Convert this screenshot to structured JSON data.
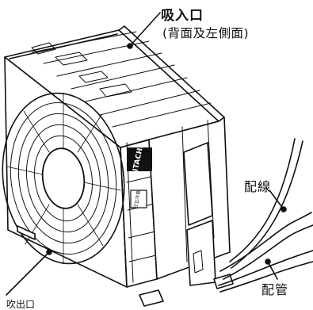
{
  "labels": {
    "air_intake_title": "吸入口",
    "air_intake_note": "(背面及左側面)",
    "wiring": "配線",
    "piping": "配管",
    "outlet_partial": "吹出口"
  },
  "unit": {
    "brand_logo": "HITACHI",
    "badge_text": "日立冷氣"
  },
  "colors": {
    "line": "#111111",
    "background": "#ffffff"
  }
}
